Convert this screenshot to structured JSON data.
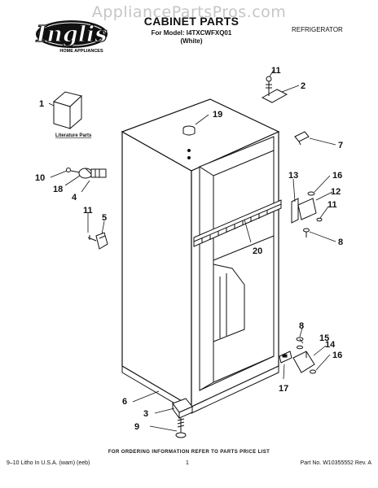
{
  "watermark": "AppliancePartsPros.com",
  "brand": {
    "name": "Inglis",
    "tagline": "HOME APPLIANCES"
  },
  "header": {
    "title": "CABINET PARTS",
    "model_line": "For Model: I4TXCWFXQ01",
    "color_line": "(White)",
    "doc_type": "REFRIGERATOR"
  },
  "diagram": {
    "literature_label": "Literature Parts",
    "callouts": [
      "1",
      "2",
      "3",
      "4",
      "5",
      "6",
      "7",
      "8",
      "8",
      "8",
      "9",
      "10",
      "11",
      "11",
      "11",
      "12",
      "13",
      "14",
      "15",
      "16",
      "16",
      "17",
      "18",
      "19",
      "20"
    ]
  },
  "footer": {
    "note": "FOR ORDERING INFORMATION REFER TO PARTS PRICE LIST",
    "litho": "9–10 Litho In U.S.A. (wam) (eeb)",
    "page": "1",
    "part_no": "Part No. W10355552 Rev. A"
  }
}
